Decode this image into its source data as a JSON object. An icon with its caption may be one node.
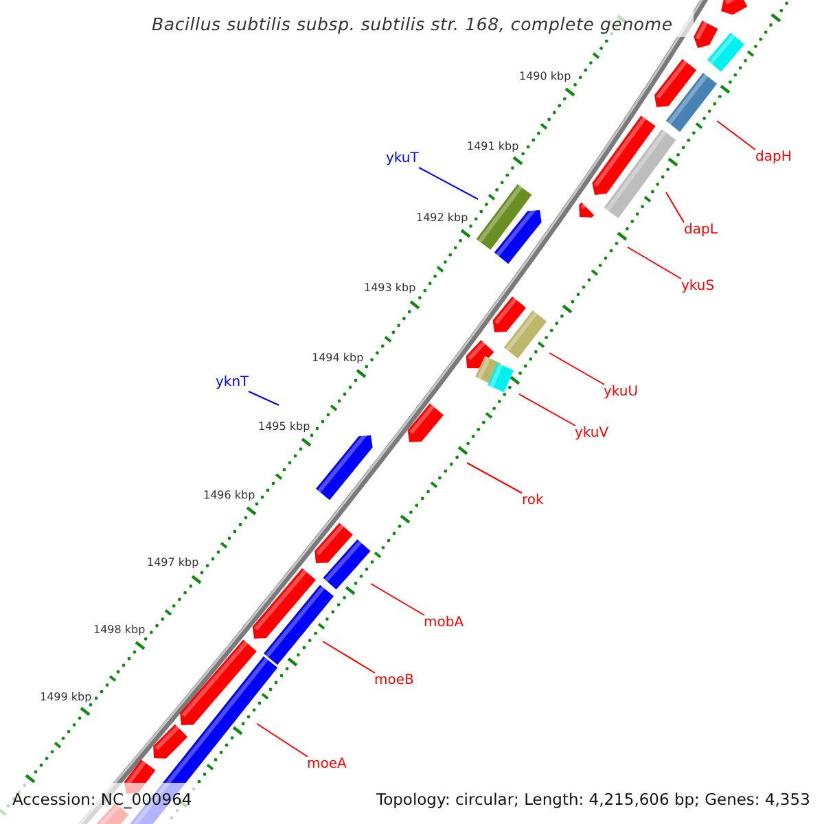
{
  "diagram": {
    "title": "Bacillus subtilis subsp. subtilis str. 168, complete genome",
    "nodes": [
      {
        "text": [
          "ykuT"
        ]
      },
      {
        "text": [
          "dapH"
        ]
      },
      {
        "text": [
          "dapL"
        ]
      },
      {
        "text": [
          "ykuS"
        ]
      },
      {
        "text": [
          "ykuU"
        ]
      },
      {
        "text": [
          "yknT"
        ]
      },
      {
        "text": [
          "ykuV"
        ]
      },
      {
        "text": [
          "rok"
        ]
      },
      {
        "text": [
          "mobA"
        ]
      },
      {
        "text": [
          "moeB"
        ]
      },
      {
        "text": [
          "moeA"
        ]
      }
    ],
    "edges": [
      {
        "from": 0,
        "to": null,
        "arrow": "none",
        "color": "#0000ff"
      },
      {
        "from": 1,
        "to": null,
        "arrow": "none"
      },
      {
        "from": 2,
        "to": null,
        "arrow": "none"
      },
      {
        "from": 3,
        "to": null,
        "arrow": "none"
      },
      {
        "from": 4,
        "to": null,
        "arrow": "none"
      },
      {
        "from": 5,
        "to": null,
        "arrow": "none",
        "color": "#0000ff"
      },
      {
        "from": 6,
        "to": null,
        "arrow": "none"
      },
      {
        "from": 7,
        "to": null,
        "arrow": "none"
      },
      {
        "from": 8,
        "to": null,
        "arrow": "none"
      },
      {
        "from": 9,
        "to": null,
        "arrow": "none"
      },
      {
        "from": 10,
        "to": null,
        "arrow": "none"
      }
    ],
    "labels": [
      "1490 kbp",
      "1491 kbp",
      "1492 kbp",
      "1493 kbp",
      "1494 kbp",
      "1495 kbp",
      "1496 kbp",
      "1497 kbp",
      "1498 kbp",
      "1499 kbp",
      "Accession: NC_000964",
      "Topology: circular; Length: 4,215,606 bp; Genes: 4,353"
    ]
  }
}
